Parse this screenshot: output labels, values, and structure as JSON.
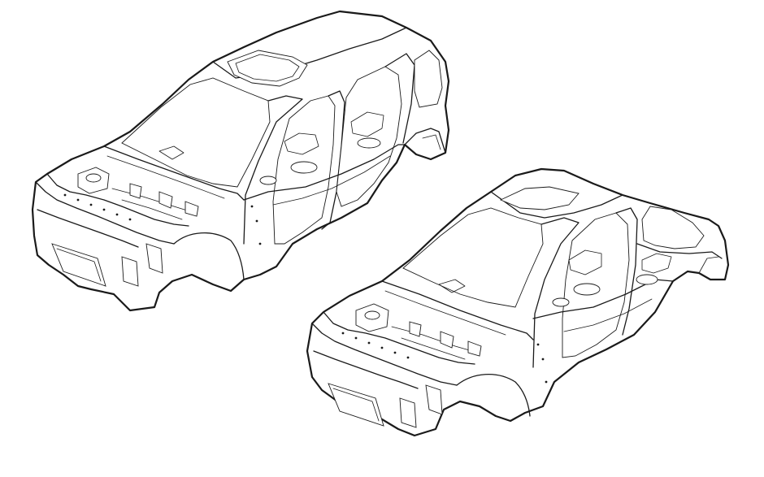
{
  "figure": {
    "background": "#ffffff",
    "line_color": "#1a1a1a",
    "items": [
      {
        "id": "body-shell-station-wagon",
        "variant": "station wagon (five-door) body-in-white"
      },
      {
        "id": "body-shell-three-door",
        "variant": "three-door body-in-white with open rear"
      }
    ]
  }
}
